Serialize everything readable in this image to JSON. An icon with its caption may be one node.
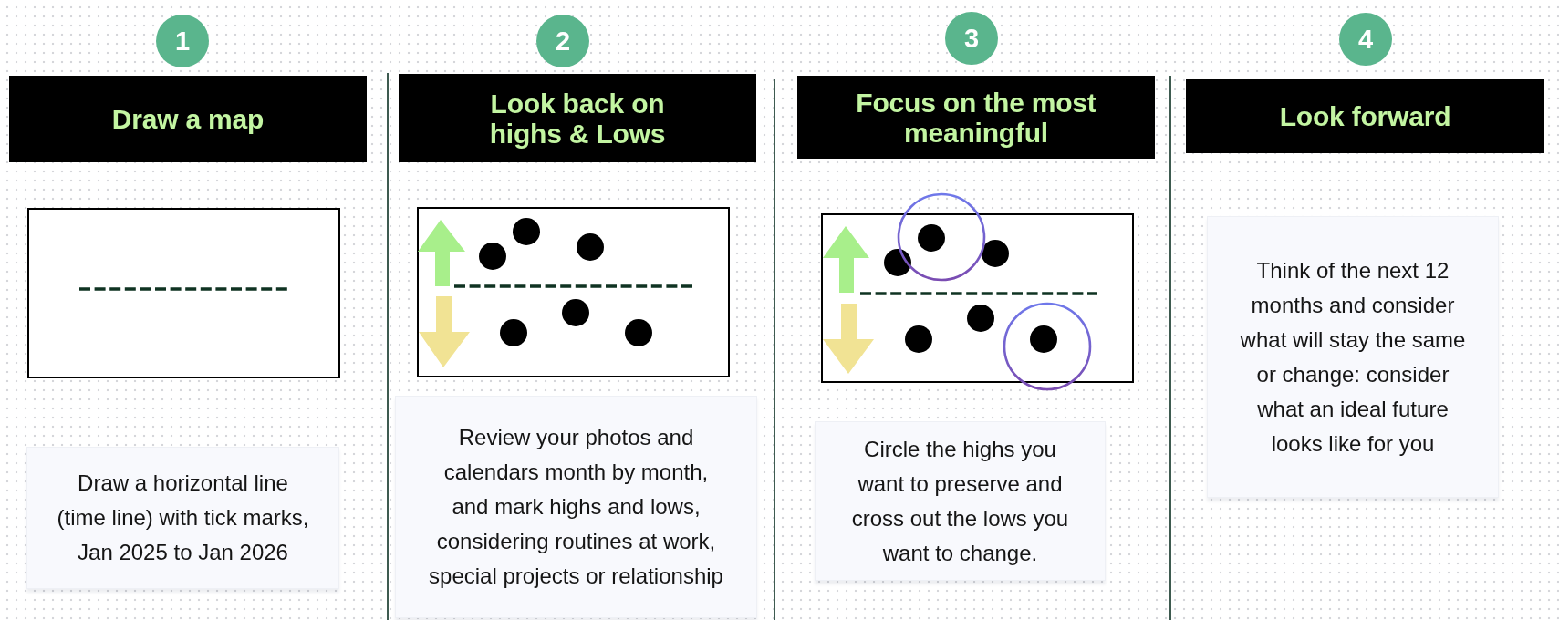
{
  "diagram": {
    "nodes": [
      {
        "text": [
          "1"
        ]
      },
      {
        "text": [
          "Draw a map"
        ]
      },
      {
        "text": [],
        "shape": "picture"
      },
      {
        "text": [
          "Draw a horizontal line (time line) with tick marks, Jan 2025 to Jan 2026"
        ]
      },
      {
        "text": [
          "2"
        ]
      },
      {
        "text": [
          "Look back on highs & Lows"
        ]
      },
      {
        "text": [],
        "shape": "picture"
      },
      {
        "text": [
          "Review your photos and calendars month by month, and mark highs and lows, considering routines at work, special projects or relationship"
        ]
      },
      {
        "text": [
          "3"
        ]
      },
      {
        "text": [
          "Focus on the most meaningful"
        ]
      },
      {
        "text": [],
        "shape": "picture"
      },
      {
        "text": [
          "Circle the highs you want to preserve and cross out the lows you want to change."
        ]
      },
      {
        "text": [
          "4"
        ]
      },
      {
        "text": [
          "Look forward"
        ]
      },
      {
        "text": [
          "Think of the next 12 months and consider what will stay the same or change: consider what an ideal future looks like for you"
        ]
      }
    ]
  }
}
